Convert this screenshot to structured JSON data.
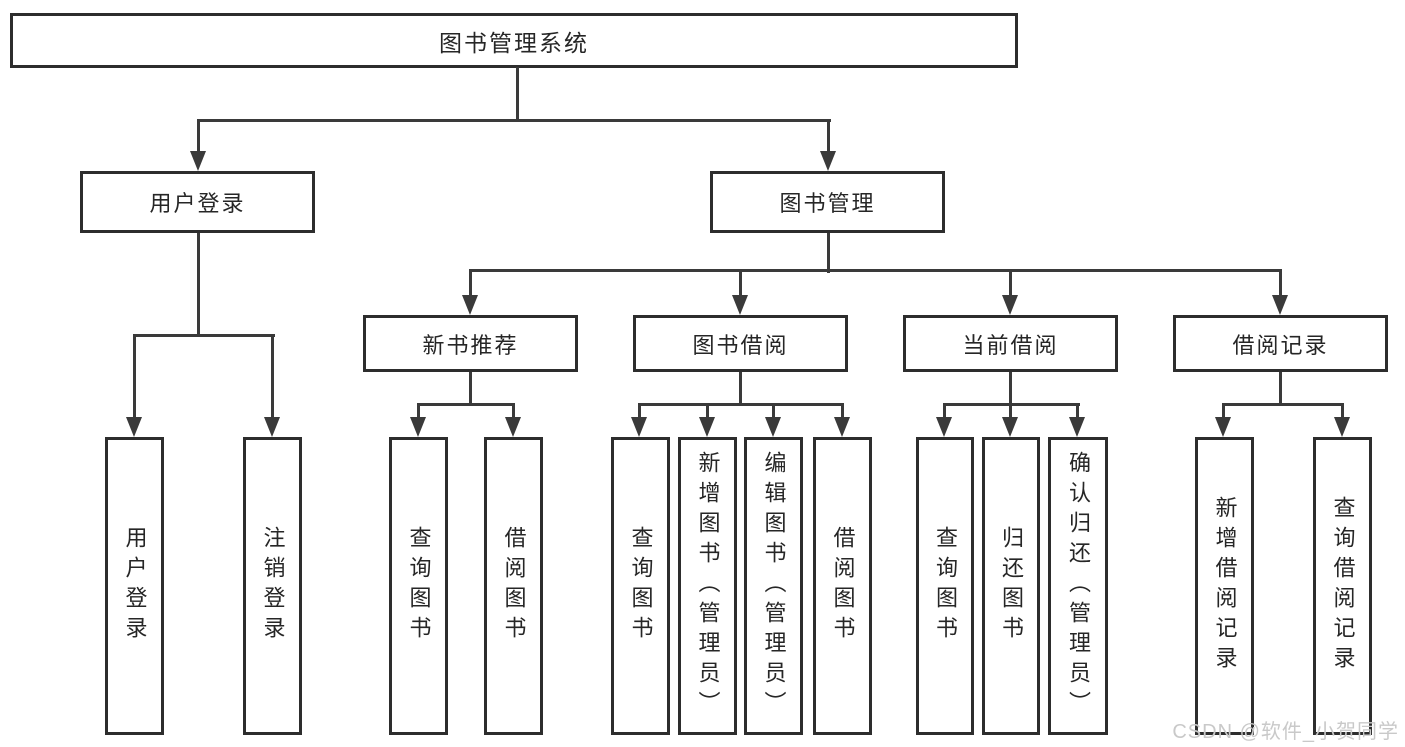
{
  "diagram": {
    "title": "图书管理系统",
    "children": [
      {
        "label": "用户登录",
        "children": [
          {
            "label": "用户登录"
          },
          {
            "label": "注销登录"
          }
        ]
      },
      {
        "label": "图书管理",
        "children": [
          {
            "label": "新书推荐",
            "children": [
              {
                "label": "查询图书"
              },
              {
                "label": "借阅图书"
              }
            ]
          },
          {
            "label": "图书借阅",
            "children": [
              {
                "label": "查询图书"
              },
              {
                "label": "新增图书（管理员）"
              },
              {
                "label": "编辑图书（管理员）"
              },
              {
                "label": "借阅图书"
              }
            ]
          },
          {
            "label": "当前借阅",
            "children": [
              {
                "label": "查询图书"
              },
              {
                "label": "归还图书"
              },
              {
                "label": "确认归还（管理员）"
              }
            ]
          },
          {
            "label": "借阅记录",
            "children": [
              {
                "label": "新增借阅记录"
              },
              {
                "label": "查询借阅记录"
              }
            ]
          }
        ]
      }
    ]
  },
  "watermark": {
    "text": "CSDN @软件_小贺同学"
  },
  "colors": {
    "line": "#3a3a3a",
    "border": "#2d2d2d",
    "text": "#262626",
    "bg": "#ffffff",
    "watermark": "#c9c9c9"
  }
}
